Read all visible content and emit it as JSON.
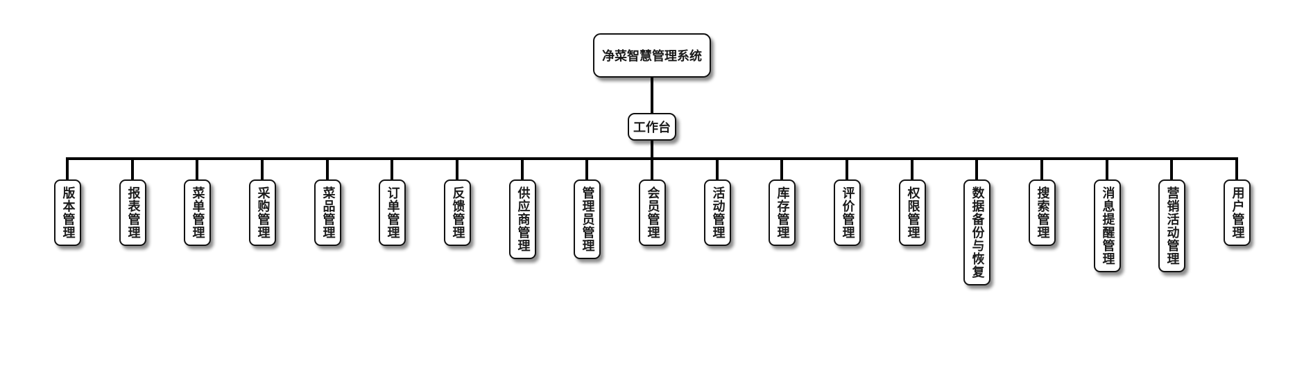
{
  "diagram": {
    "type": "org-tree",
    "root": {
      "label": "净菜智慧管理系统"
    },
    "hub": {
      "label": "工作台"
    },
    "children": [
      {
        "label": "版本管理"
      },
      {
        "label": "报表管理"
      },
      {
        "label": "菜单管理"
      },
      {
        "label": "采购管理"
      },
      {
        "label": "菜品管理"
      },
      {
        "label": "订单管理"
      },
      {
        "label": "反馈管理"
      },
      {
        "label": "供应商管理"
      },
      {
        "label": "管理员管理"
      },
      {
        "label": "会员管理"
      },
      {
        "label": "活动管理"
      },
      {
        "label": "库存管理"
      },
      {
        "label": "评价管理"
      },
      {
        "label": "权限管理"
      },
      {
        "label": "数据备份与恢复"
      },
      {
        "label": "搜索管理"
      },
      {
        "label": "消息提醒管理"
      },
      {
        "label": "营销活动管理"
      },
      {
        "label": "用户管理"
      }
    ]
  }
}
